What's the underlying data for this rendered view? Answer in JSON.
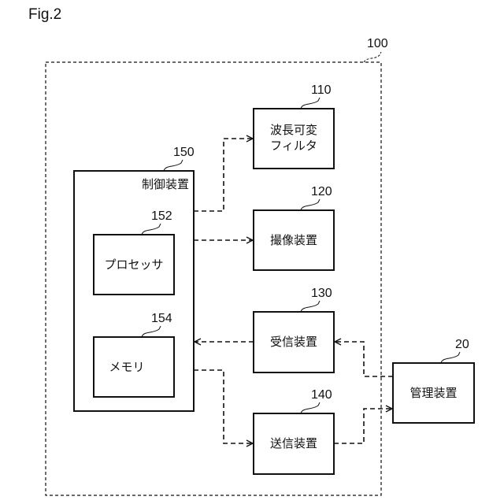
{
  "figure": {
    "label": "Fig.2"
  },
  "system": {
    "ref": "100"
  },
  "blocks": {
    "filter": {
      "ref": "110",
      "line1": "波長可変",
      "line2": "フィルタ"
    },
    "imaging": {
      "ref": "120",
      "label": "撮像装置"
    },
    "receiver": {
      "ref": "130",
      "label": "受信装置"
    },
    "transmitter": {
      "ref": "140",
      "label": "送信装置"
    },
    "controller": {
      "ref": "150",
      "label": "制御装置"
    },
    "processor": {
      "ref": "152",
      "label": "プロセッサ"
    },
    "memory": {
      "ref": "154",
      "label": "メモリ"
    },
    "management": {
      "ref": "20",
      "label": "管理装置"
    }
  }
}
